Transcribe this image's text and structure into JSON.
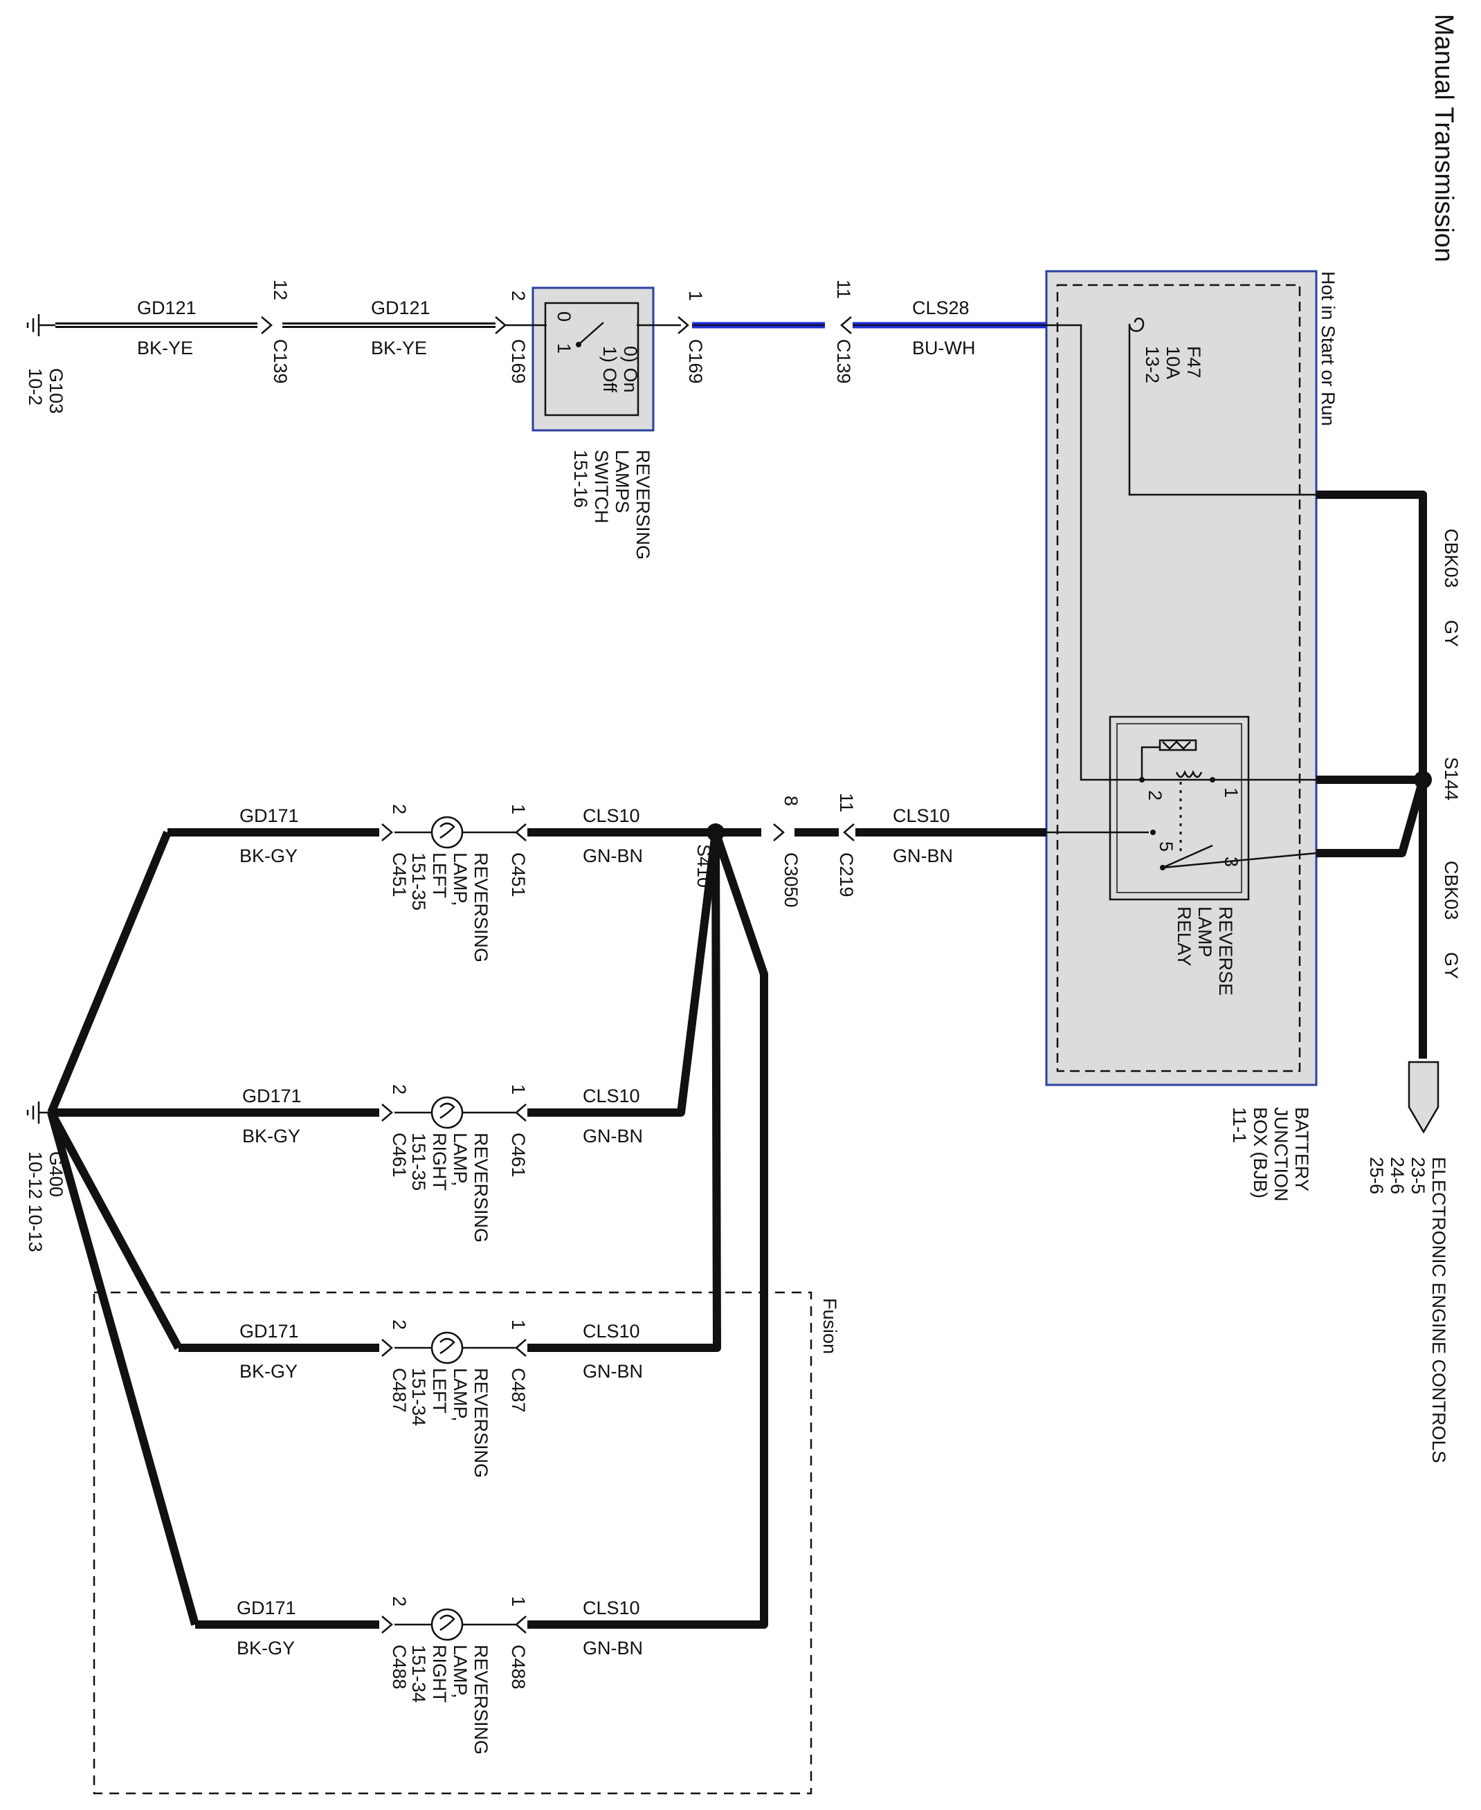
{
  "title": "Manual Transmission",
  "supply": {
    "hot_label": "Hot in Start or Run",
    "fuse": "F47",
    "fuse_rating": "10A",
    "fuse_ref": "13-2"
  },
  "junction_box": {
    "name_line1": "BATTERY",
    "name_line2": "JUNCTION",
    "name_line3": "BOX (BJB)",
    "ref": "11-1"
  },
  "relay": {
    "name_line1": "REVERSE",
    "name_line2": "LAMP",
    "name_line3": "RELAY",
    "pins": [
      "1",
      "2",
      "3",
      "5"
    ]
  },
  "switch": {
    "name_line1": "REVERSING",
    "name_line2": "LAMPS",
    "name_line3": "SWITCH",
    "ref": "151-16",
    "state_on": "0) On",
    "state_off": "1) Off",
    "pos0": "0",
    "pos1": "1"
  },
  "engine_controls": {
    "name": "ELECTRONIC ENGINE CONTROLS",
    "refs": [
      "23-5",
      "24-6",
      "25-6"
    ]
  },
  "splices": {
    "s144": "S144",
    "s410": "S410"
  },
  "grounds": {
    "g103": "G103",
    "g103_ref": "10-2",
    "g400": "G400",
    "g400_refs": "10-12  10-13"
  },
  "top_wires": {
    "gd121_circuit": "GD121",
    "gd121_color": "BK-YE",
    "cls28_circuit": "CLS28",
    "cls28_color": "BU-WH",
    "cbk03_circuit": "CBK03",
    "cbk03_color": "GY",
    "cls10_circuit": "CLS10",
    "cls10_color": "GN-BN"
  },
  "connectors": {
    "c139": "C139",
    "c169": "C169",
    "c219": "C219",
    "c3050": "C3050",
    "c139_pin_a": "12",
    "c169_pin_a": "2",
    "c169_pin_b": "1",
    "c139_pin_b": "11",
    "c219_pin": "11",
    "c3050_pin": "8"
  },
  "lamps": [
    {
      "line1": "REVERSING",
      "line2": "LAMP,",
      "line3": "LEFT",
      "ref": "151-35",
      "conn": "C451",
      "pin_a": "1",
      "pin_b": "2",
      "feed": "CLS10",
      "feed_color": "GN-BN",
      "ground": "GD171",
      "ground_color": "BK-GY"
    },
    {
      "line1": "REVERSING",
      "line2": "LAMP,",
      "line3": "RIGHT",
      "ref": "151-35",
      "conn": "C461",
      "pin_a": "1",
      "pin_b": "2",
      "feed": "CLS10",
      "feed_color": "GN-BN",
      "ground": "GD171",
      "ground_color": "BK-GY"
    },
    {
      "line1": "REVERSING",
      "line2": "LAMP,",
      "line3": "LEFT",
      "ref": "151-34",
      "conn": "C487",
      "pin_a": "1",
      "pin_b": "2",
      "feed": "CLS10",
      "feed_color": "GN-BN",
      "ground": "GD171",
      "ground_color": "BK-GY"
    },
    {
      "line1": "REVERSING",
      "line2": "LAMP,",
      "line3": "RIGHT",
      "ref": "151-34",
      "conn": "C488",
      "pin_a": "1",
      "pin_b": "2",
      "feed": "CLS10",
      "feed_color": "GN-BN",
      "ground": "GD171",
      "ground_color": "BK-GY"
    }
  ],
  "variant_label": "Fusion"
}
